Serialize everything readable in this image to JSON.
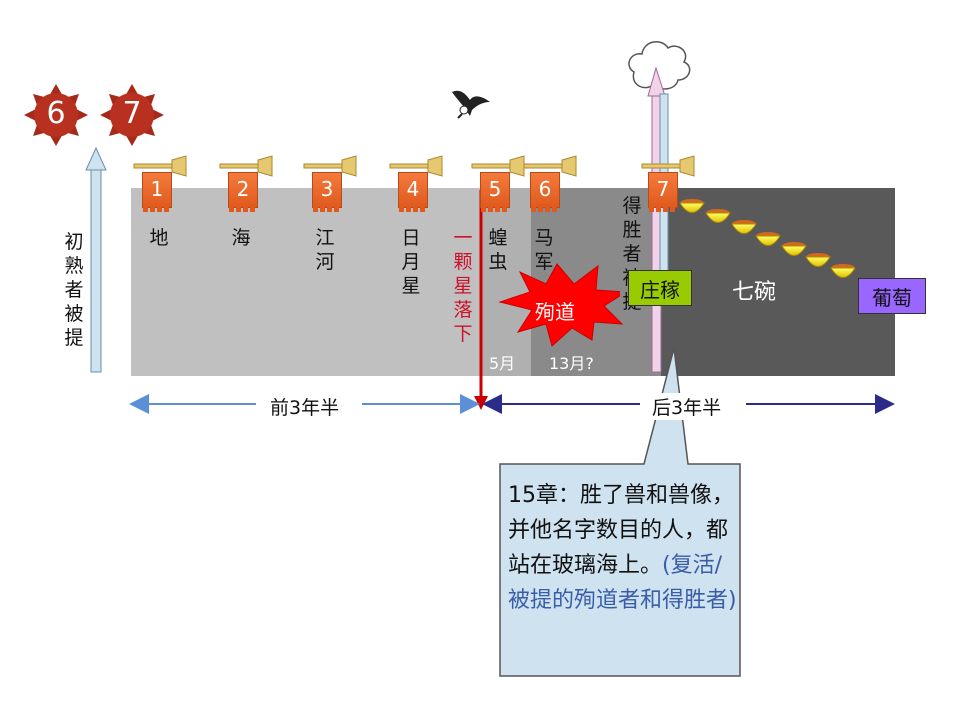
{
  "stars": [
    "6",
    "7"
  ],
  "left_arrow_label": "初熟者被提",
  "trumpets": [
    {
      "num": "1",
      "label": "地"
    },
    {
      "num": "2",
      "label": "海"
    },
    {
      "num": "3",
      "label": "江河"
    },
    {
      "num": "4",
      "label": "日月星"
    },
    {
      "num": "5",
      "label": "蝗虫"
    },
    {
      "num": "6",
      "label": "马军"
    },
    {
      "num": "7",
      "label": ""
    }
  ],
  "falling_star_label": "一颗星落下",
  "overcomers_label": "得胜者被提",
  "martyr_label": "殉道",
  "duration_5": "5月",
  "duration_13": "13月?",
  "harvest_label": "庄稼",
  "bowls_label": "七碗",
  "grapes_label": "葡萄",
  "first_half_label": "前3年半",
  "second_half_label": "后3年半",
  "callout": {
    "main": "15章：胜了兽和兽像，并他名字数目的人，都站在玻璃海上。",
    "note": "(复活/被提的殉道者和得胜者)"
  },
  "colors": {
    "light_gray": "#c0c0c0",
    "mid_gray": "#8a8a8a",
    "dark_gray": "#595959",
    "harvest_green": "#99cc00",
    "grapes_purple": "#9966ff",
    "callout_bg": "#cfe2f0",
    "red_arrow": "#cc0000",
    "timeline_blue": "#5b8fd6"
  },
  "icons": [
    "eagle-icon",
    "cloud-icon",
    "bowl-icon",
    "trumpet-icon",
    "star-badge-icon"
  ]
}
